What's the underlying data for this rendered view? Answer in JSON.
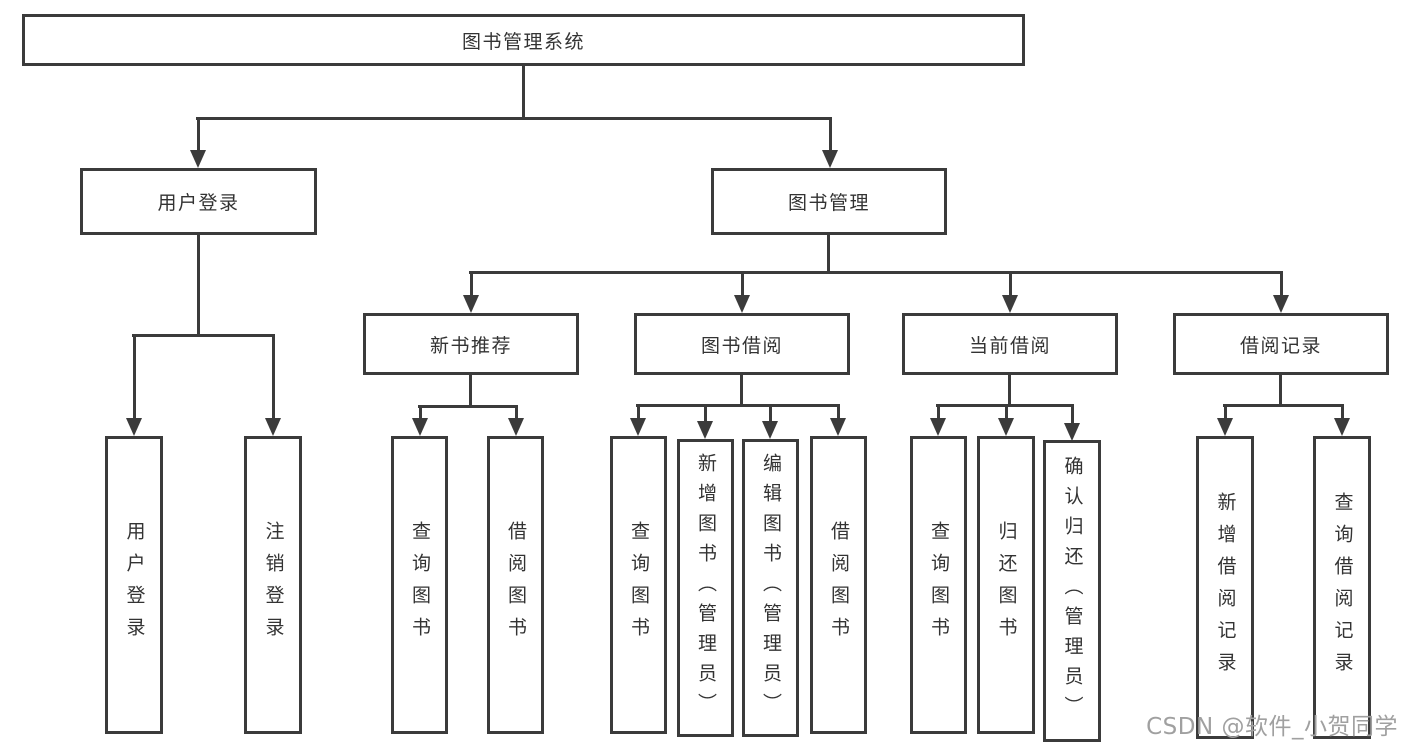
{
  "title": "图书管理系统",
  "level2": {
    "user_login": "用户登录",
    "book_management": "图书管理"
  },
  "level3": {
    "new_book_recommend": "新书推荐",
    "book_borrowing": "图书借阅",
    "current_borrowing": "当前借阅",
    "borrowing_records": "借阅记录"
  },
  "leaves": {
    "login": [
      "用户登录",
      "注销登录"
    ],
    "new_book": [
      "查询图书",
      "借阅图书"
    ],
    "borrowing": [
      "查询图书",
      "新增图书（管理员）",
      "编辑图书（管理员）",
      "借阅图书"
    ],
    "current": [
      "查询图书",
      "归还图书",
      "确认归还（管理员）"
    ],
    "records": [
      "新增借阅记录",
      "查询借阅记录"
    ]
  },
  "watermark": "CSDN @软件_小贺同学",
  "colors": {
    "line": "#3b3b3b",
    "text": "#333333",
    "watermark": "#a0a0a0",
    "background": "#ffffff"
  }
}
